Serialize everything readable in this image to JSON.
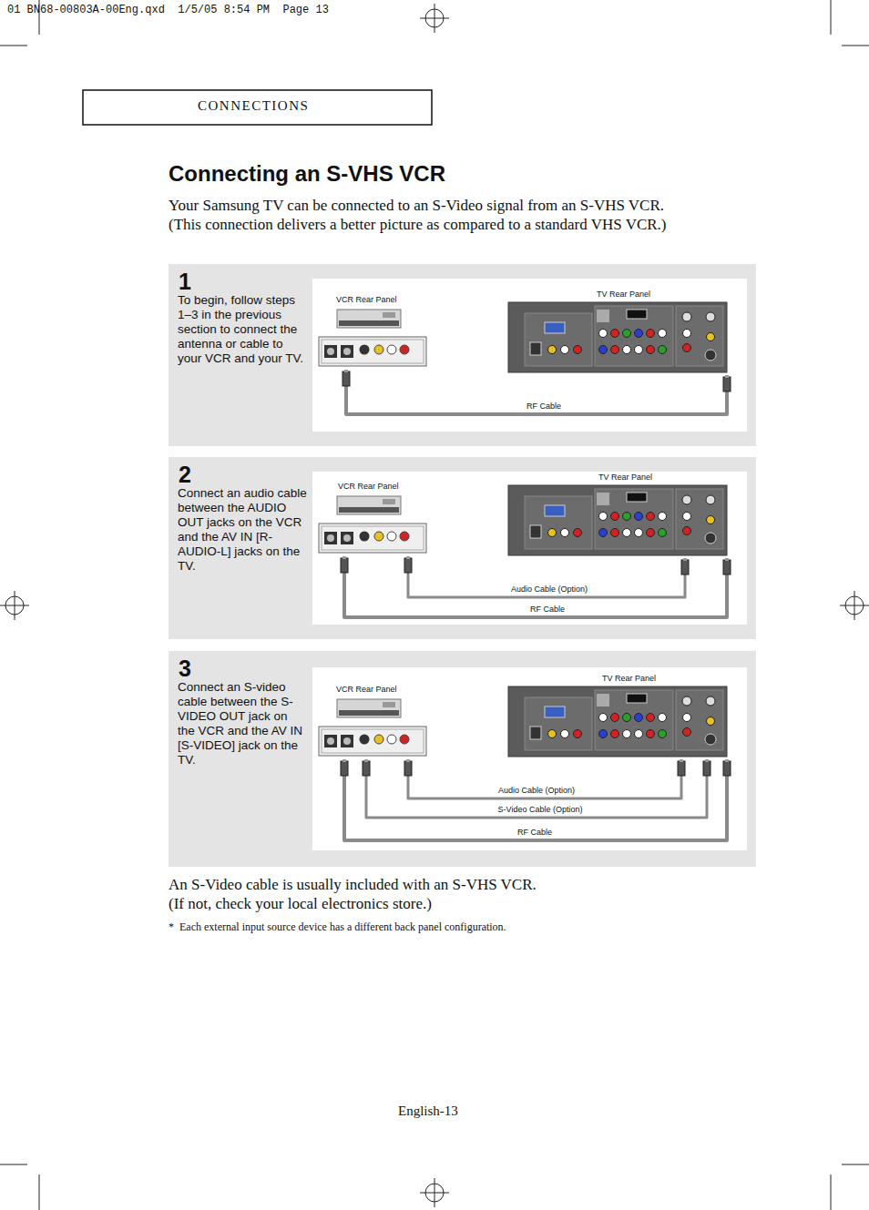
{
  "diagram": {
    "title": "Connecting an S-VHS VCR",
    "nodes": [
      {
        "text": [
          "CONNECTIONS"
        ]
      },
      {
        "text": [
          "1",
          "To begin, follow steps 1–3 in the previous section to connect the antenna or cable to your VCR and your TV."
        ]
      },
      {
        "text": [
          "VCR Rear Panel"
        ],
        "in": 1
      },
      {
        "text": [
          "TV Rear Panel"
        ],
        "in": 1
      },
      {
        "text": [
          "2",
          "Connect an audio cable between the AUDIO OUT jacks on the VCR and the AV IN [R-AUDIO-L] jacks on the TV."
        ]
      },
      {
        "text": [
          "VCR Rear Panel"
        ],
        "in": 4
      },
      {
        "text": [
          "TV Rear Panel"
        ],
        "in": 4
      },
      {
        "text": [
          "3",
          "Connect an S-video cable between the S-VIDEO OUT jack on the VCR and the AV IN [S-VIDEO] jack on the TV."
        ]
      },
      {
        "text": [
          "VCR Rear Panel"
        ],
        "in": 7
      },
      {
        "text": [
          "TV Rear Panel"
        ],
        "in": 7
      }
    ],
    "edges": [
      {
        "from": 2,
        "to": 3,
        "label": "RF Cable",
        "arrow": "none"
      },
      {
        "from": 5,
        "to": 6,
        "label": "Audio Cable (Option)",
        "arrow": "none"
      },
      {
        "from": 5,
        "to": 6,
        "label": "RF Cable",
        "arrow": "none"
      },
      {
        "from": 8,
        "to": 9,
        "label": "Audio Cable (Option)",
        "arrow": "none"
      },
      {
        "from": 8,
        "to": 9,
        "label": "S-Video Cable (Option)",
        "arrow": "none"
      },
      {
        "from": 8,
        "to": 9,
        "label": "RF Cable",
        "arrow": "none"
      }
    ],
    "labels": [
      "01 BN68-00803A-00Eng.qxd  1/5/05 8:54 PM  Page 13",
      "Your Samsung TV can be connected to an S-Video signal from an S-VHS VCR.",
      "(This connection delivers a better picture as compared to a standard VHS VCR.)",
      "An S-Video cable is usually included with an S-VHS VCR.",
      "(If not, check your local electronics store.)",
      "*  Each external input source device has a different back panel configuration.",
      "English-13"
    ]
  }
}
